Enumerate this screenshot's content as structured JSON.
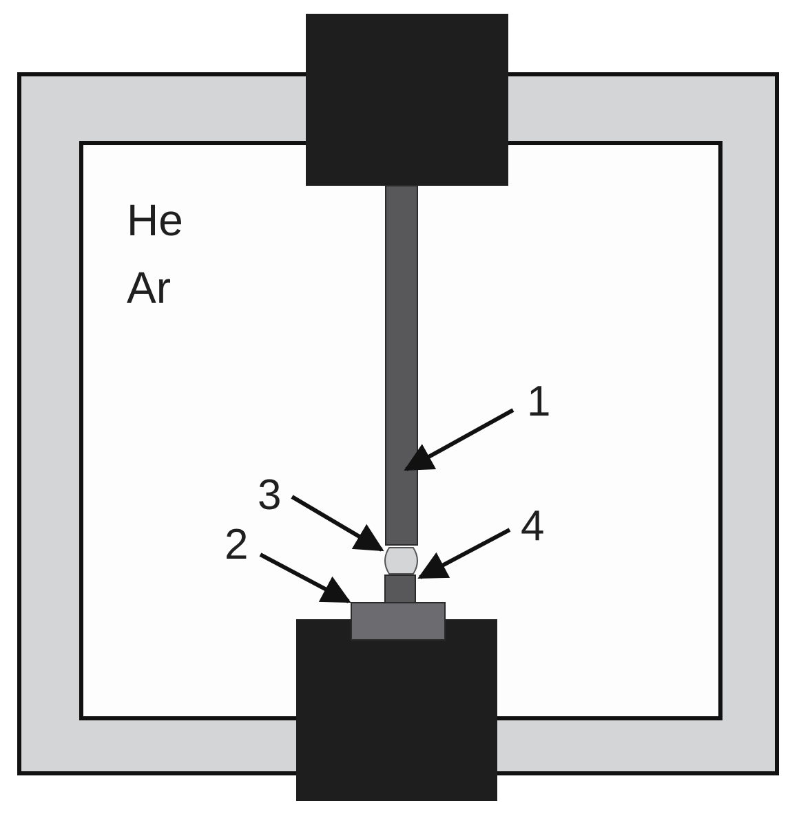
{
  "gas_labels": {
    "line1": "He",
    "line2": "Ar"
  },
  "callouts": {
    "c1": "1",
    "c2": "2",
    "c3": "3",
    "c4": "4"
  },
  "colors": {
    "outer_wall": "#d4d5d7",
    "inner_chamber": "#fdfdfd",
    "clamp_block": "#1f1e1f",
    "rod": "#58585b",
    "base_plate": "#6c6c70",
    "joint_bead": "#d3d5d6",
    "outline": "#111111"
  }
}
